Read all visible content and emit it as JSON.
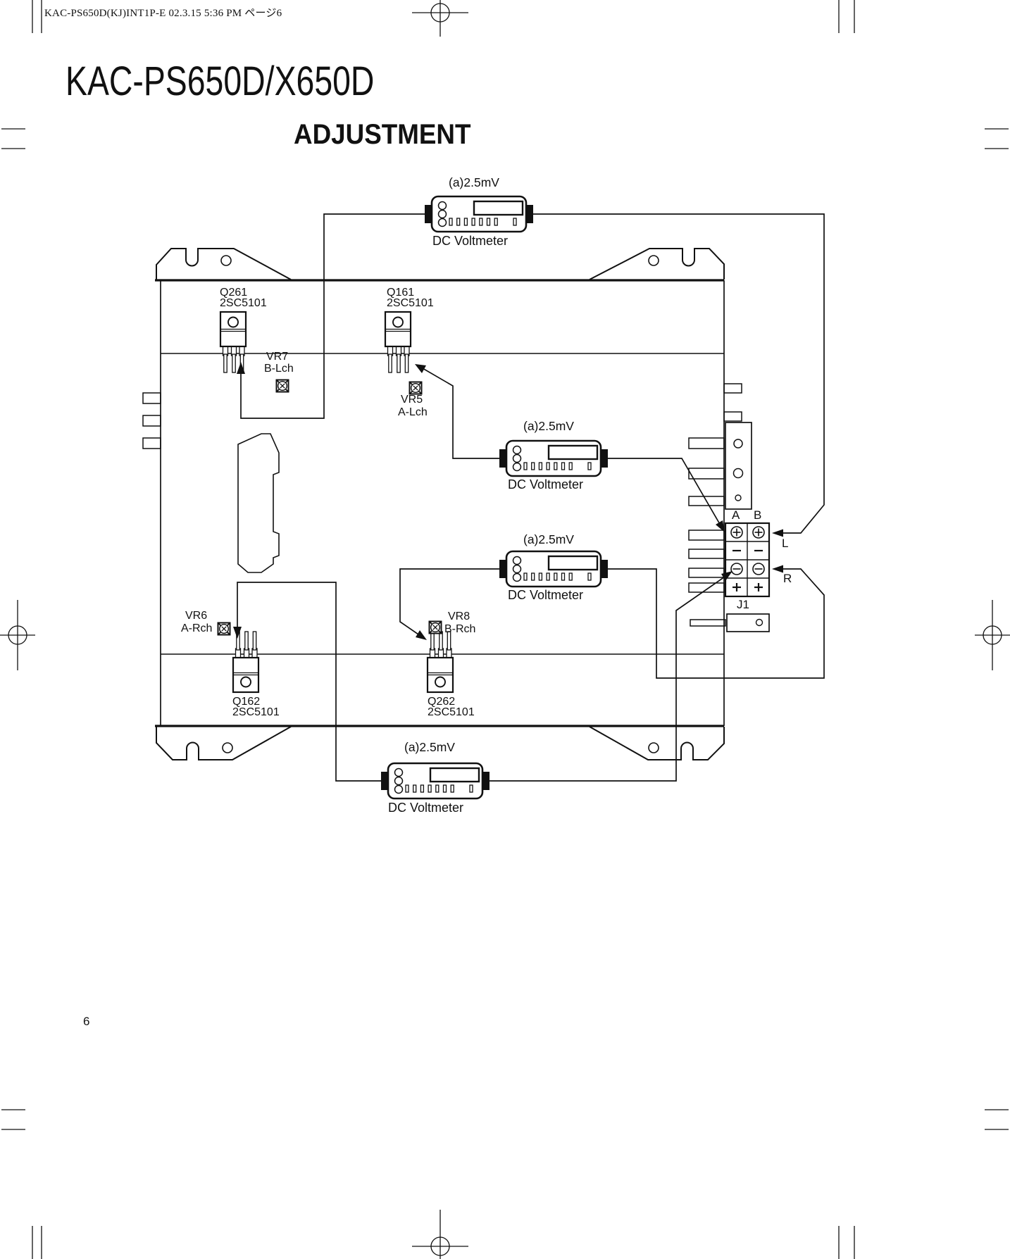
{
  "page": {
    "header": "KAC-PS650D(KJ)INT1P-E  02.3.15 5:36 PM  ページ6",
    "title": "KAC-PS650D/X650D",
    "subtitle": "ADJUSTMENT",
    "page_number": "6",
    "ink_color": "#111111",
    "paper_color": "#ffffff"
  },
  "meters": [
    {
      "id": "top",
      "range": "(a)2.5mV",
      "name": "DC Voltmeter"
    },
    {
      "id": "middle-a",
      "range": "(a)2.5mV",
      "name": "DC Voltmeter"
    },
    {
      "id": "middle-b",
      "range": "(a)2.5mV",
      "name": "DC Voltmeter"
    },
    {
      "id": "bottom",
      "range": "(a)2.5mV",
      "name": "DC Voltmeter"
    }
  ],
  "transistors": [
    {
      "ref": "Q261",
      "part": "2SC5101"
    },
    {
      "ref": "Q161",
      "part": "2SC5101"
    },
    {
      "ref": "Q162",
      "part": "2SC5101"
    },
    {
      "ref": "Q262",
      "part": "2SC5101"
    }
  ],
  "trimmers": [
    {
      "ref": "VR7",
      "channel": "B-Lch"
    },
    {
      "ref": "VR5",
      "channel": "A-Lch"
    },
    {
      "ref": "VR6",
      "channel": "A-Rch"
    },
    {
      "ref": "VR8",
      "channel": "B-Rch"
    }
  ],
  "terminals": {
    "columns": [
      "A",
      "B"
    ],
    "rows": [
      "plus-circle",
      "minus",
      "minus-circle",
      "plus"
    ],
    "l_label": "L",
    "r_label": "R",
    "connector_label": "J1"
  }
}
